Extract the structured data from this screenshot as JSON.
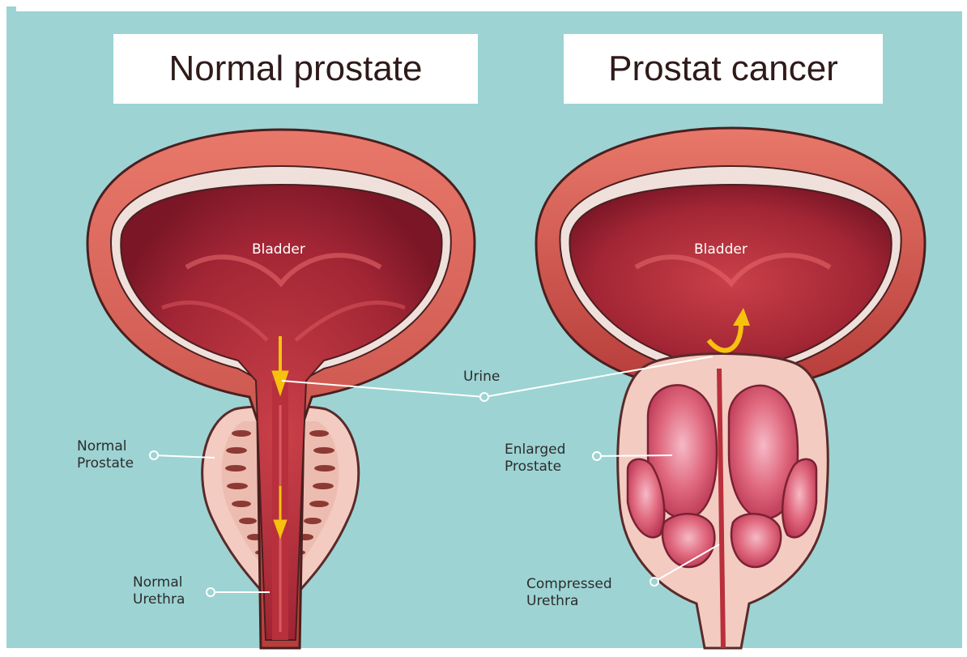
{
  "titles": {
    "left": "Normal prostate",
    "right": "Prostat  cancer"
  },
  "labels": {
    "bladder_left": "Bladder",
    "bladder_right": "Bladder",
    "urine": "Urine",
    "normal_prostate": "Normal\nProstate",
    "normal_urethra": "Normal\nUrethra",
    "enlarged_prostate": "Enlarged\nProstate",
    "compressed_urethra": "Compressed\nUrethra"
  },
  "colors": {
    "background": "#9dd3d3",
    "bladder_outer": "#cf5548",
    "bladder_inner": "#9a1f2c",
    "prostate_tissue": "#f2c9c0",
    "lobe": "#d24a63",
    "arrow": "#f6c20e"
  }
}
